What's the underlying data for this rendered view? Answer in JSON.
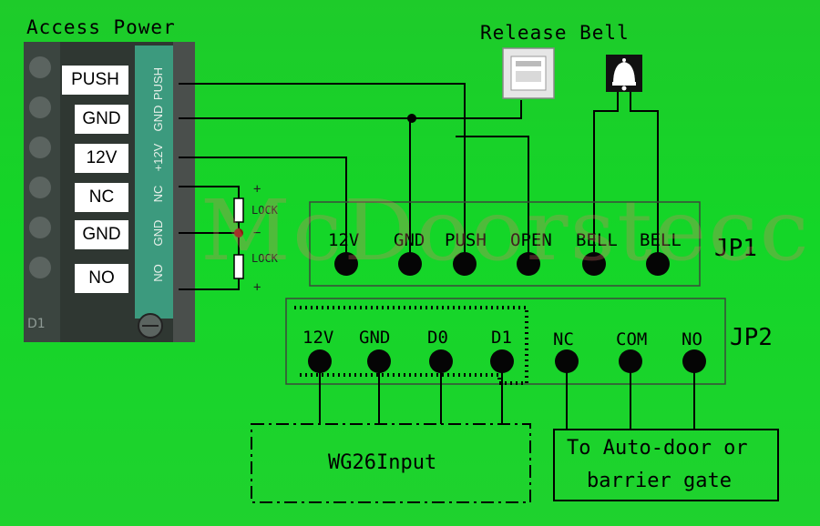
{
  "titles": {
    "access_power": "Access Power",
    "release_bell": "Release  Bell"
  },
  "access_power_terminals": [
    "PUSH",
    "GND",
    "12V",
    "NC",
    "GND",
    "NO"
  ],
  "access_power_side_labels": [
    "PUSH",
    "GND",
    "+12V",
    "NC",
    "GND",
    "NO"
  ],
  "lock": {
    "plus_top": "+",
    "label_top": "LOCK",
    "minus": "−",
    "label_bottom": "LOCK",
    "plus_bottom": "+"
  },
  "jp1": {
    "name": "JP1",
    "pins": [
      "12V",
      "GND",
      "PUSH",
      "OPEN",
      "BELL",
      "BELL"
    ]
  },
  "jp2": {
    "name": "JP2",
    "pins": [
      "12V",
      "GND",
      "D0",
      "D1",
      "NC",
      "COM",
      "NO"
    ]
  },
  "wg26_box": "WG26Input",
  "autodoor_box": {
    "line1": "To Auto-door or",
    "line2": "barrier gate"
  },
  "watermark": "McDoorstecc"
}
